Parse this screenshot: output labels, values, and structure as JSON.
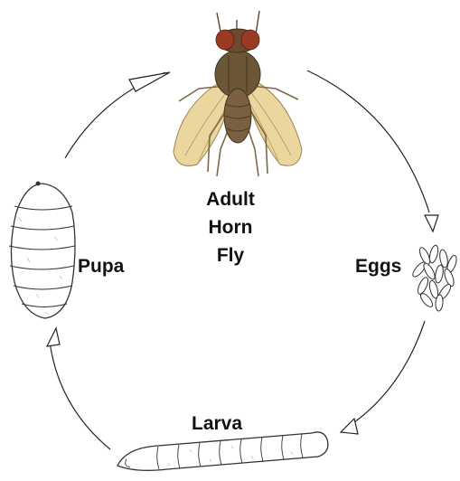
{
  "diagram": {
    "adult_label_lines": [
      "Adult",
      "Horn",
      "Fly"
    ],
    "eggs_label": "Eggs",
    "larva_label": "Larva",
    "pupa_label": "Pupa"
  },
  "colors": {
    "cycle_line": "#222222",
    "fly_body": "#6b5636",
    "fly_wings": "#e8cf8e",
    "fly_eyes": "#9a3a22",
    "drawing_line": "#333333"
  },
  "icons": [
    "horn-fly-illustration",
    "eggs-cluster-illustration",
    "larva-illustration",
    "pupa-illustration",
    "open-arrowhead"
  ]
}
